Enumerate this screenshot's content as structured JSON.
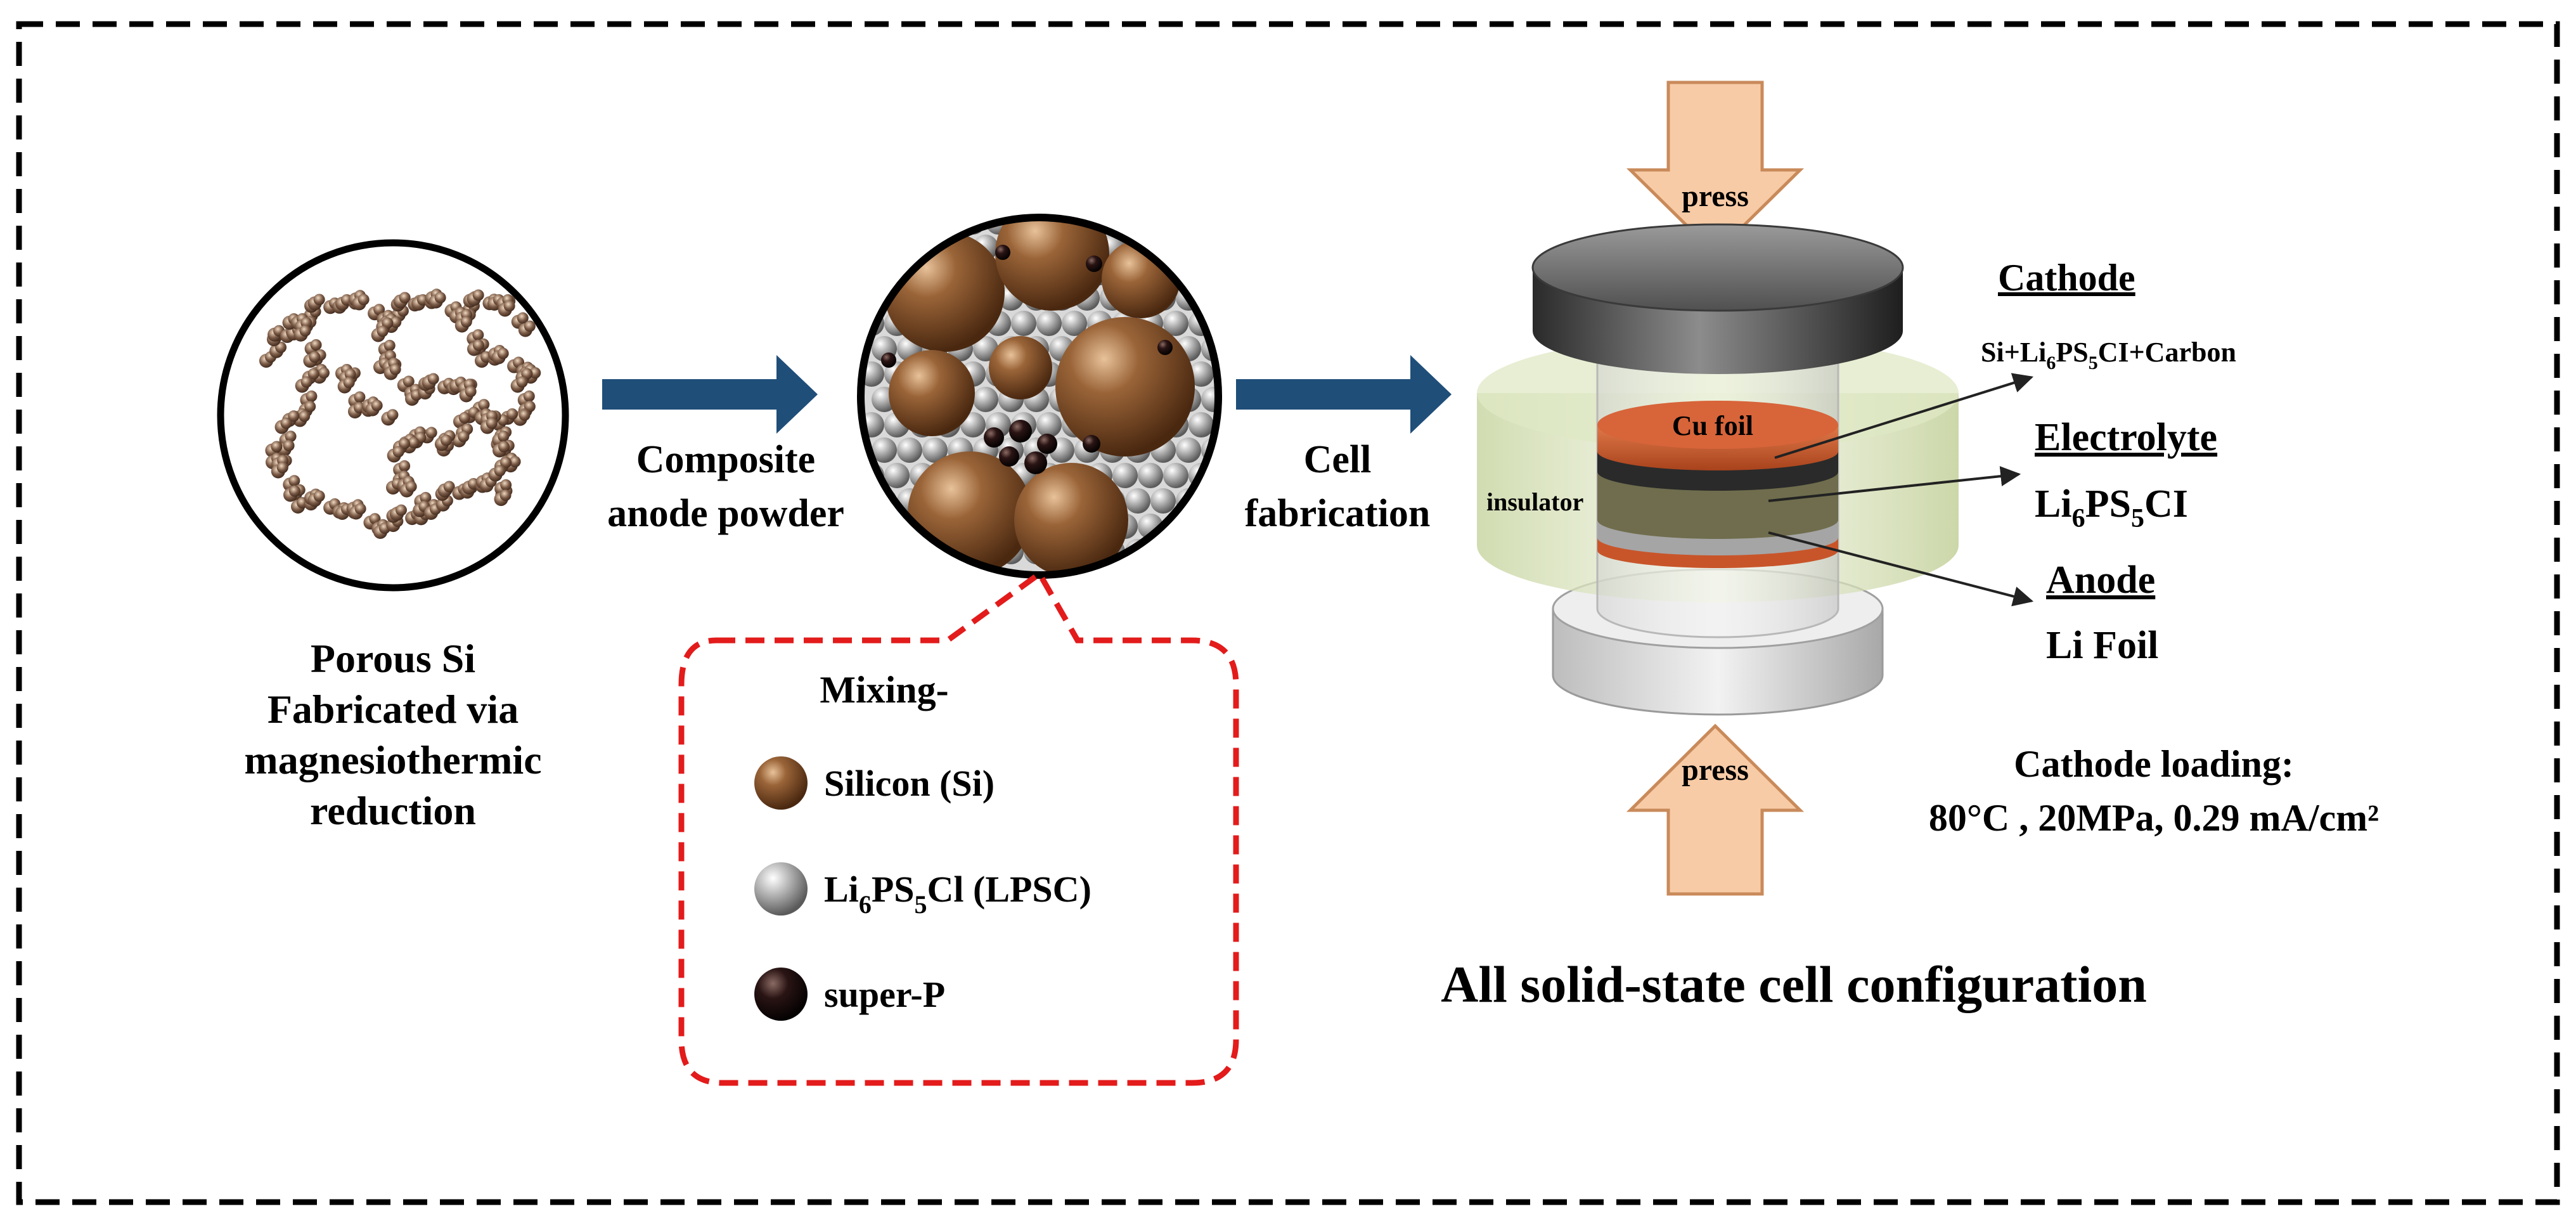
{
  "porous_si": {
    "line1": "Porous Si",
    "line2": "Fabricated via",
    "line3": "magnesiothermic",
    "line4": "reduction"
  },
  "arrow1": {
    "line1": "Composite",
    "line2": "anode powder"
  },
  "arrow2": {
    "line1": "Cell",
    "line2": "fabrication"
  },
  "mixing": {
    "title": "Mixing-",
    "items": [
      {
        "label": "Silicon (Si)"
      },
      {
        "label_main": "Li",
        "sub1": "6",
        "mid": "PS",
        "sub2": "5",
        "tail": "Cl (LPSC)"
      },
      {
        "label": "super-P"
      }
    ]
  },
  "cell": {
    "press_top": "press",
    "press_bottom": "press",
    "cu_foil": "Cu foil",
    "insulator": "insulator",
    "cathode_title": "Cathode",
    "cathode_desc": {
      "a": "Si+Li",
      "s1": "6",
      "b": "PS",
      "s2": "5",
      "c": "CI+Carbon"
    },
    "electrolyte_title": "Electrolyte",
    "electrolyte_desc": {
      "a": "Li",
      "s1": "6",
      "b": "PS",
      "s2": "5",
      "c": "CI"
    },
    "anode_title": "Anode",
    "anode_desc": "Li Foil",
    "loading_title": "Cathode loading:",
    "loading_values": "80°C , 20MPa, 0.29 mA/cm²"
  },
  "caption": "All solid-state cell configuration",
  "colors": {
    "frame": "#000000",
    "arrow": "#1f4e79",
    "silicon": "#8a5a34",
    "lpsc": "#a6a6a6",
    "superp": "#1a1010",
    "cu_foil": "#c8552a",
    "press_arrow": "#f7cba6",
    "mixing_border": "#e31b1b"
  }
}
